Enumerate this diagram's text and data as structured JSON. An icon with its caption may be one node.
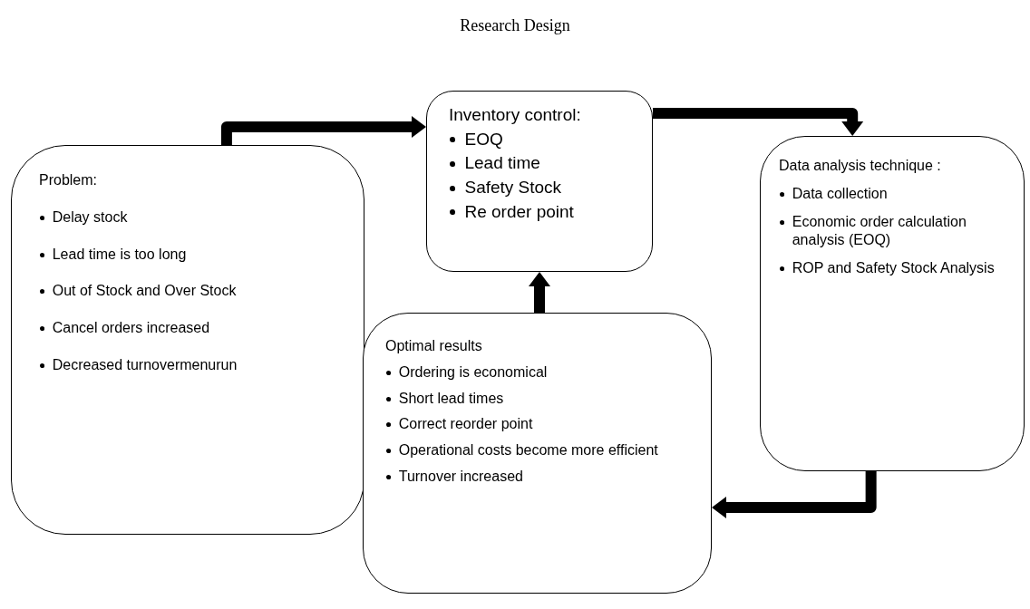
{
  "diagram": {
    "title": "Research Design",
    "nodes": [
      {
        "text": [
          "Problem:",
          "Delay stock",
          "Lead time is too long",
          "Out of Stock and Over Stock",
          "Cancel orders increased",
          "Decreased turnovermenurun"
        ]
      },
      {
        "text": [
          "Inventory control:",
          "EOQ",
          "Lead time",
          "Safety Stock",
          "Re order point"
        ]
      },
      {
        "text": [
          "Data analysis technique :",
          "Data collection",
          "Economic order calculation analysis (EOQ)",
          "ROP and Safety Stock Analysis"
        ]
      },
      {
        "text": [
          "Optimal results",
          "Ordering is economical",
          "Short lead times",
          "Correct reorder point",
          "Operational costs become more efficient",
          "Turnover increased"
        ]
      }
    ],
    "edges": [
      {
        "from": 0,
        "to": 1,
        "arrow": "to"
      },
      {
        "from": 1,
        "to": 2,
        "arrow": "to"
      },
      {
        "from": 2,
        "to": 3,
        "arrow": "to"
      },
      {
        "from": 3,
        "to": 1,
        "arrow": "to"
      }
    ]
  }
}
